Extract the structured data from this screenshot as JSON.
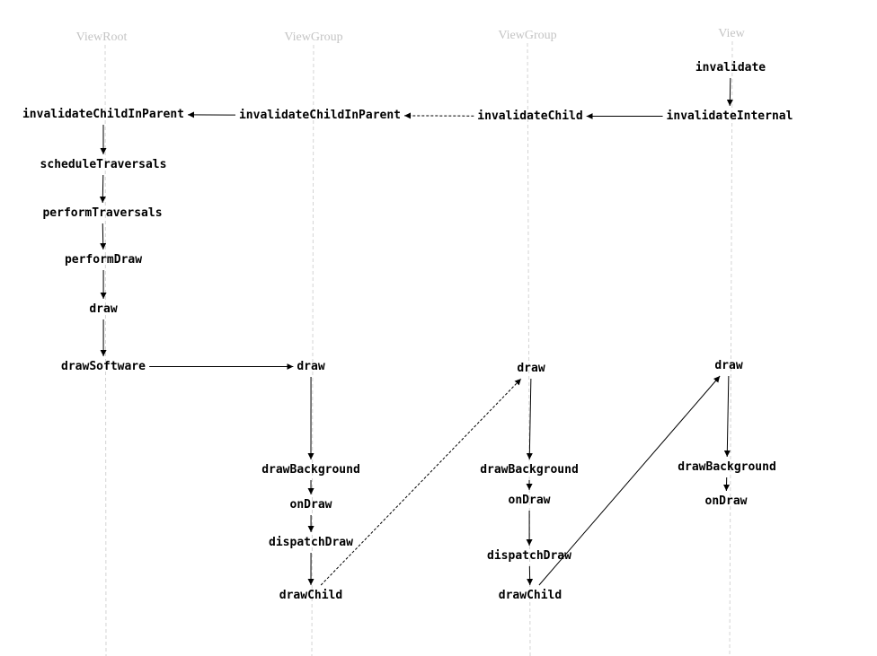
{
  "lanes": [
    {
      "id": "viewroot",
      "title": "ViewRoot"
    },
    {
      "id": "viewgroup1",
      "title": "ViewGroup"
    },
    {
      "id": "viewgroup2",
      "title": "ViewGroup"
    },
    {
      "id": "view",
      "title": "View"
    }
  ],
  "nodes": {
    "vr_invalidateChildInParent": "invalidateChildInParent",
    "vr_scheduleTraversals": "scheduleTraversals",
    "vr_performTraversals": "performTraversals",
    "vr_performDraw": "performDraw",
    "vr_draw": "draw",
    "vr_drawSoftware": "drawSoftware",
    "vg1_invalidateChildInParent": "invalidateChildInParent",
    "vg1_draw": "draw",
    "vg1_drawBackground": "drawBackground",
    "vg1_onDraw": "onDraw",
    "vg1_dispatchDraw": "dispatchDraw",
    "vg1_drawChild": "drawChild",
    "vg2_invalidateChild": "invalidateChild",
    "vg2_draw": "draw",
    "vg2_drawBackground": "drawBackground",
    "vg2_onDraw": "onDraw",
    "vg2_dispatchDraw": "dispatchDraw",
    "vg2_drawChild": "drawChild",
    "v_invalidate": "invalidate",
    "v_invalidateInternal": "invalidateInternal",
    "v_draw": "draw",
    "v_drawBackground": "drawBackground",
    "v_onDraw": "onDraw"
  },
  "edges": [
    {
      "from": "v_invalidate",
      "to": "v_invalidateInternal",
      "style": "solid"
    },
    {
      "from": "v_invalidateInternal",
      "to": "vg2_invalidateChild",
      "style": "solid"
    },
    {
      "from": "vg2_invalidateChild",
      "to": "vg1_invalidateChildInParent",
      "style": "dashed"
    },
    {
      "from": "vg1_invalidateChildInParent",
      "to": "vr_invalidateChildInParent",
      "style": "solid"
    },
    {
      "from": "vr_invalidateChildInParent",
      "to": "vr_scheduleTraversals",
      "style": "solid"
    },
    {
      "from": "vr_scheduleTraversals",
      "to": "vr_performTraversals",
      "style": "solid"
    },
    {
      "from": "vr_performTraversals",
      "to": "vr_performDraw",
      "style": "solid"
    },
    {
      "from": "vr_performDraw",
      "to": "vr_draw",
      "style": "solid"
    },
    {
      "from": "vr_draw",
      "to": "vr_drawSoftware",
      "style": "solid"
    },
    {
      "from": "vr_drawSoftware",
      "to": "vg1_draw",
      "style": "solid"
    },
    {
      "from": "vg1_draw",
      "to": "vg1_drawBackground",
      "style": "solid"
    },
    {
      "from": "vg1_drawBackground",
      "to": "vg1_onDraw",
      "style": "solid"
    },
    {
      "from": "vg1_onDraw",
      "to": "vg1_dispatchDraw",
      "style": "solid"
    },
    {
      "from": "vg1_dispatchDraw",
      "to": "vg1_drawChild",
      "style": "solid"
    },
    {
      "from": "vg1_drawChild",
      "to": "vg2_draw",
      "style": "dashed"
    },
    {
      "from": "vg2_draw",
      "to": "vg2_drawBackground",
      "style": "solid"
    },
    {
      "from": "vg2_drawBackground",
      "to": "vg2_onDraw",
      "style": "solid"
    },
    {
      "from": "vg2_onDraw",
      "to": "vg2_dispatchDraw",
      "style": "solid"
    },
    {
      "from": "vg2_dispatchDraw",
      "to": "vg2_drawChild",
      "style": "solid"
    },
    {
      "from": "vg2_drawChild",
      "to": "v_draw",
      "style": "solid"
    },
    {
      "from": "v_draw",
      "to": "v_drawBackground",
      "style": "solid"
    },
    {
      "from": "v_drawBackground",
      "to": "v_onDraw",
      "style": "solid"
    }
  ]
}
